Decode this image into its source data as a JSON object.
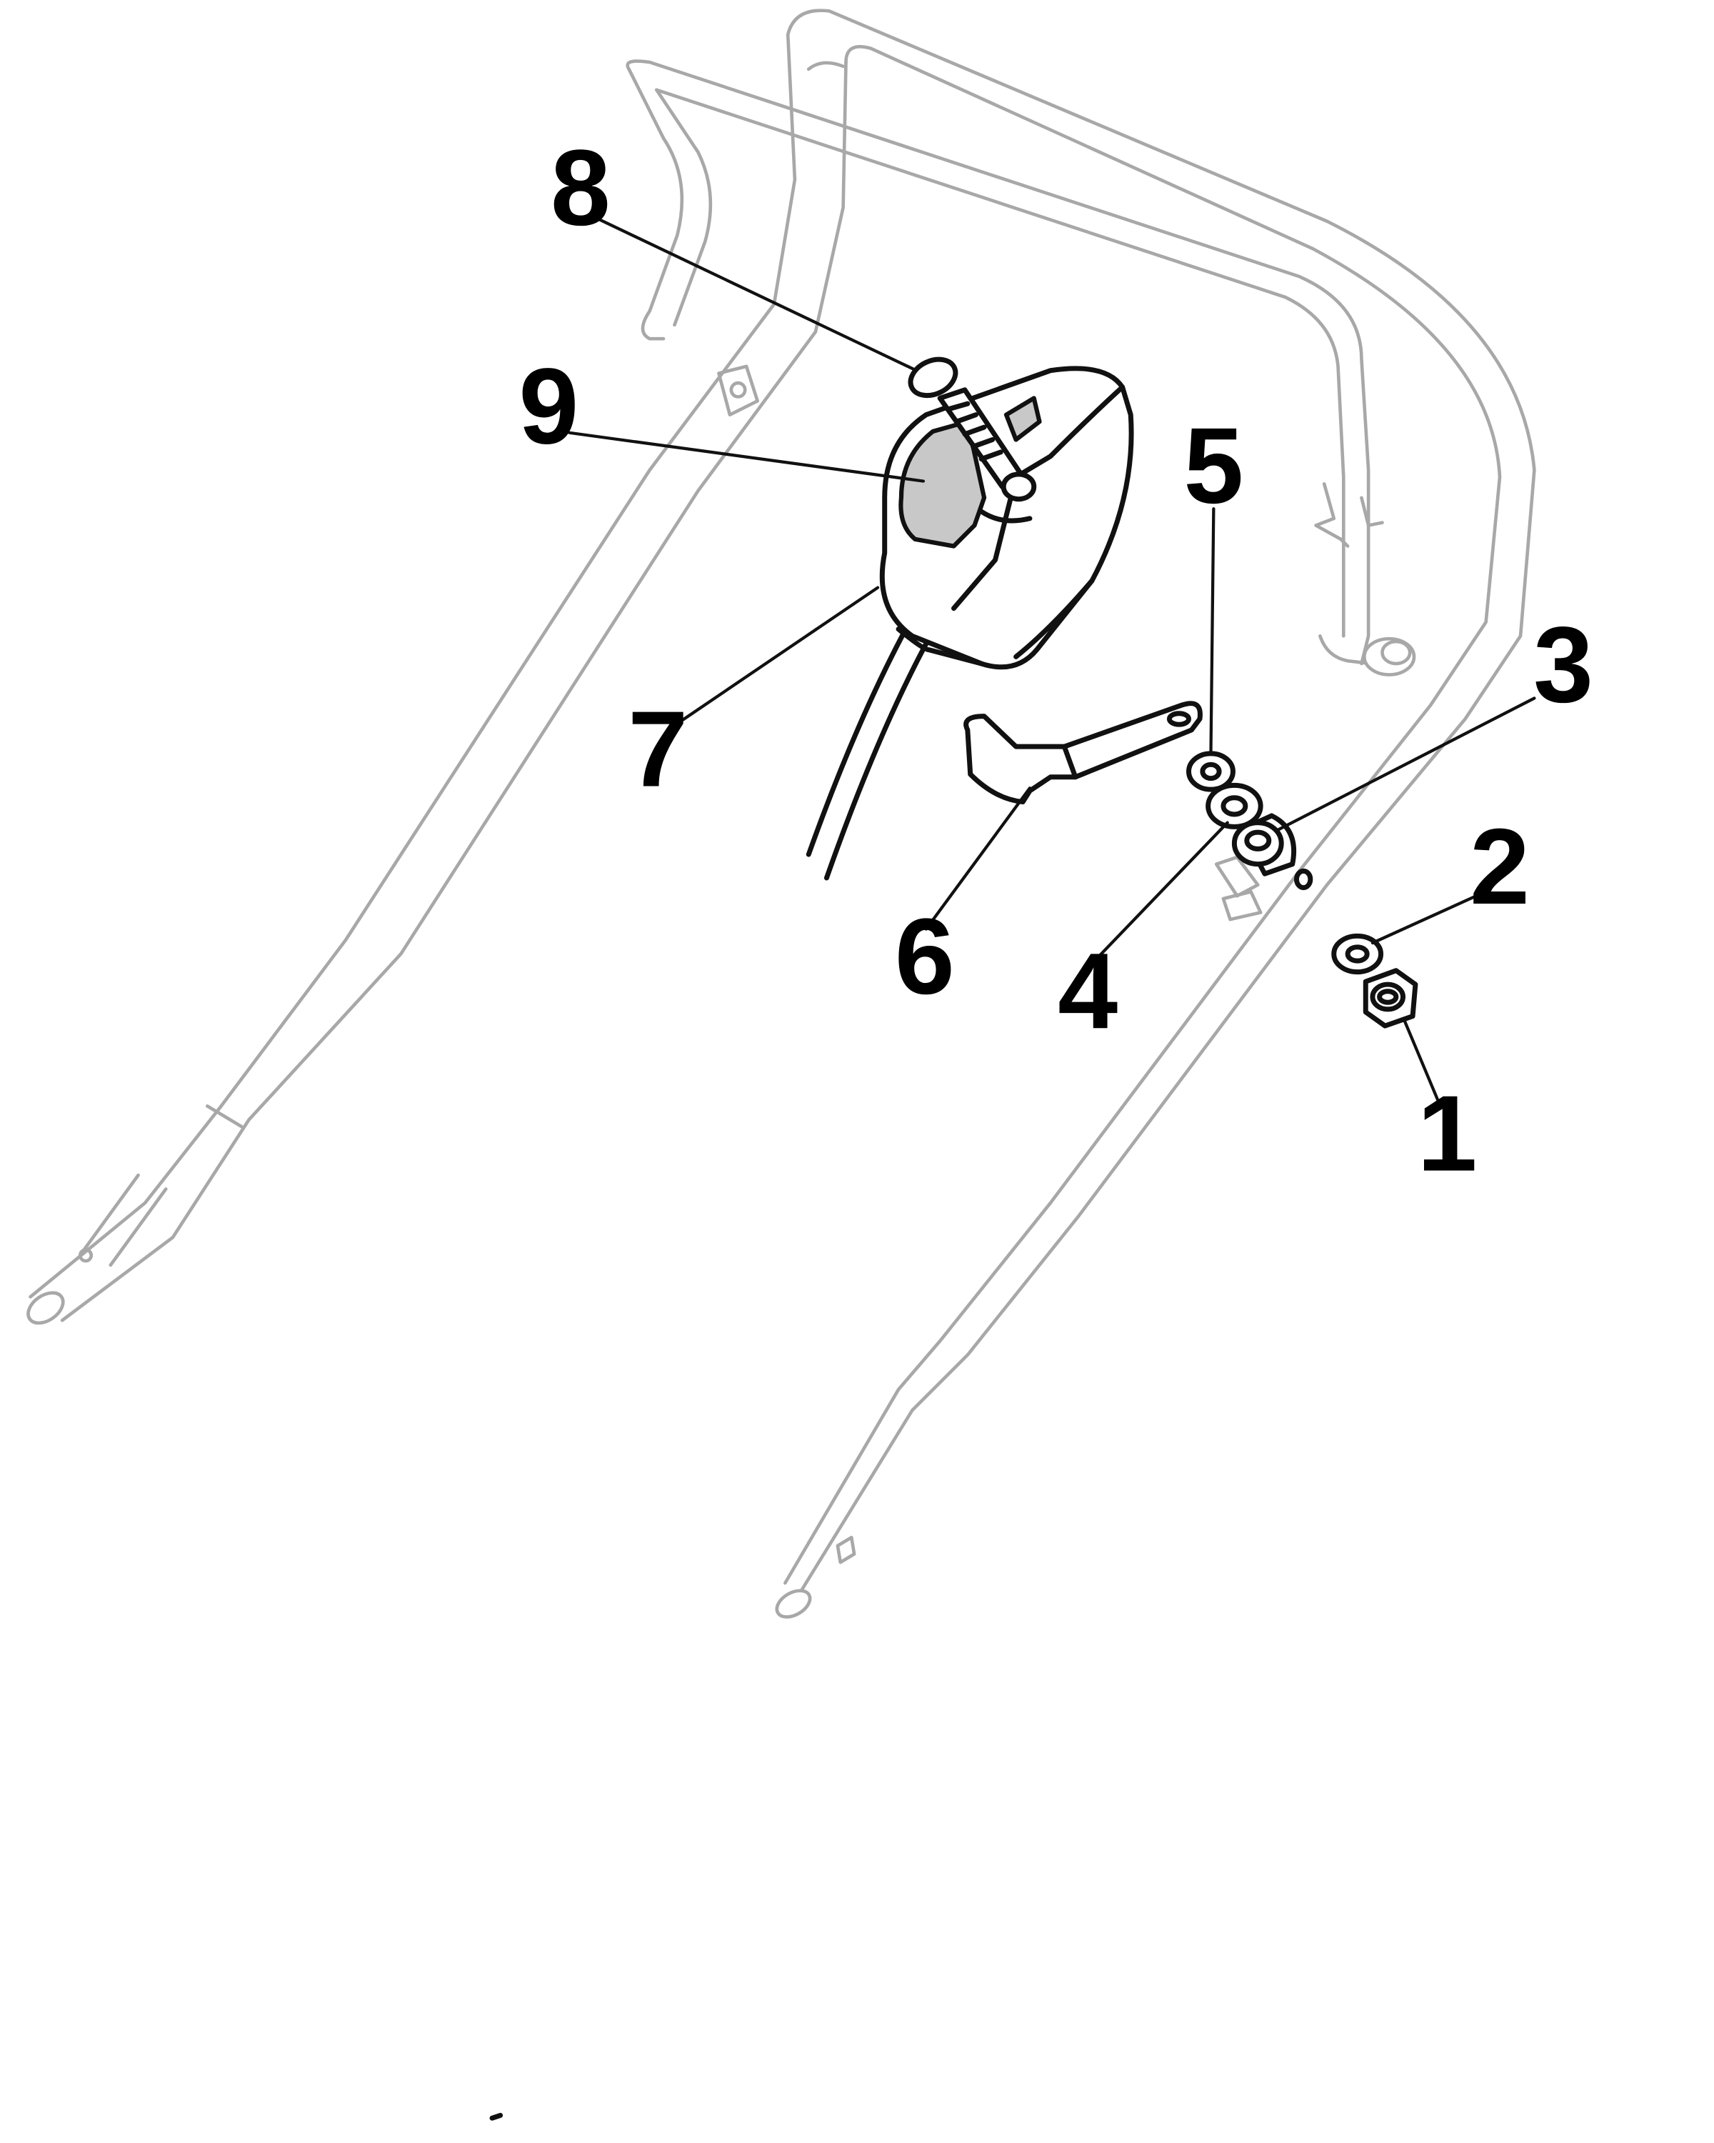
{
  "diagram": {
    "callouts": [
      {
        "id": "1",
        "label": "1"
      },
      {
        "id": "2",
        "label": "2"
      },
      {
        "id": "3",
        "label": "3"
      },
      {
        "id": "4",
        "label": "4"
      },
      {
        "id": "5",
        "label": "5"
      },
      {
        "id": "6",
        "label": "6"
      },
      {
        "id": "7",
        "label": "7"
      },
      {
        "id": "8",
        "label": "8"
      },
      {
        "id": "9",
        "label": "9"
      }
    ],
    "colors": {
      "background": "#ffffff",
      "handle_outline": "#a8a8a8",
      "part_outline": "#111111",
      "label_shading": "#c8c8c8",
      "callout_text": "#000000"
    }
  }
}
